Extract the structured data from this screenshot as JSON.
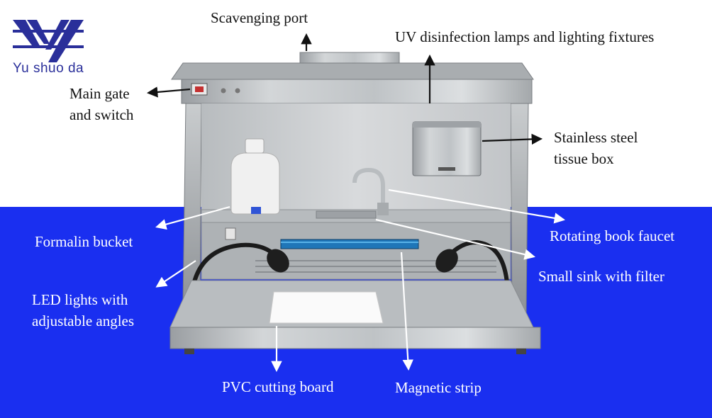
{
  "brand": {
    "name": "Yu shuo da",
    "color": "#2a2f9a"
  },
  "background": {
    "top": "#ffffff",
    "bottom": "#1a2ff0"
  },
  "labels": {
    "scavenging_port": "Scavenging port",
    "uv_lamps": "UV disinfection lamps and lighting fixtures",
    "main_gate_1": "Main gate",
    "main_gate_2": "and switch",
    "tissue_box_1": "Stainless steel",
    "tissue_box_2": "tissue box",
    "formalin_bucket": "Formalin bucket",
    "faucet": "Rotating book faucet",
    "sink": "Small sink with filter",
    "led_1": "LED lights with",
    "led_2": "adjustable angles",
    "cutting_board": "PVC cutting board",
    "magnetic_strip": "Magnetic strip"
  }
}
